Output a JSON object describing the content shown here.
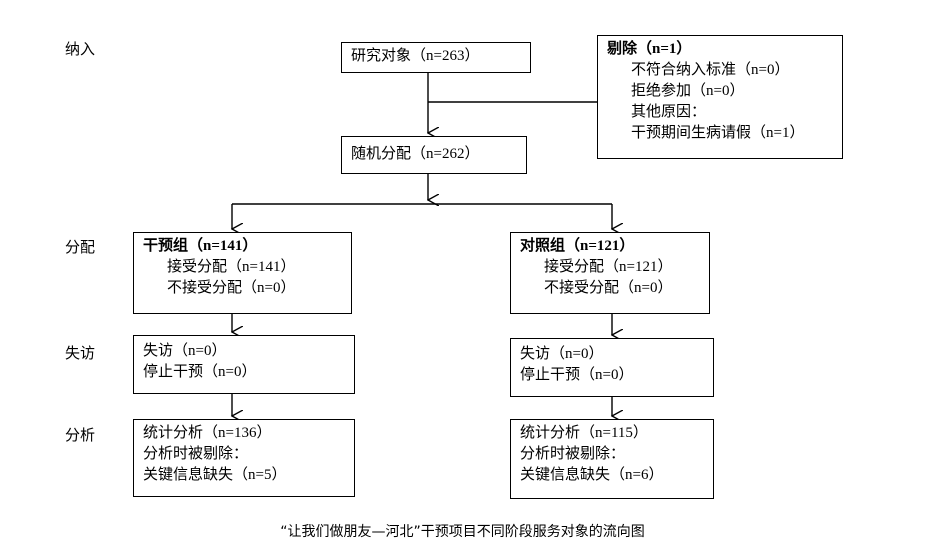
{
  "stages": {
    "enroll": "纳入",
    "allocation": "分配",
    "followup": "失访",
    "analysis": "分析"
  },
  "enrollment": {
    "text": "研究对象（n=263）"
  },
  "excluded": {
    "title": "剔除（n=1）",
    "lines": [
      "不符合纳入标准（n=0）",
      "拒绝参加（n=0）",
      "其他原因：",
      "干预期间生病请假（n=1）"
    ]
  },
  "randomized": {
    "text": "随机分配（n=262）"
  },
  "intervention": {
    "allocation_title": "干预组（n=141）",
    "allocation_lines": [
      "接受分配（n=141）",
      "不接受分配（n=0）"
    ],
    "followup_lines": [
      "失访（n=0）",
      "停止干预（n=0）"
    ],
    "analysis_lines": [
      "统计分析（n=136）",
      "分析时被剔除：",
      "关键信息缺失（n=5）"
    ]
  },
  "control": {
    "allocation_title": "对照组（n=121）",
    "allocation_lines": [
      "接受分配（n=121）",
      "不接受分配（n=0）"
    ],
    "followup_lines": [
      "失访（n=0）",
      "停止干预（n=0）"
    ],
    "analysis_lines": [
      "统计分析（n=115）",
      "分析时被剔除：",
      "关键信息缺失（n=6）"
    ]
  },
  "caption": "“让我们做朋友—河北”干预项目不同阶段服务对象的流向图"
}
